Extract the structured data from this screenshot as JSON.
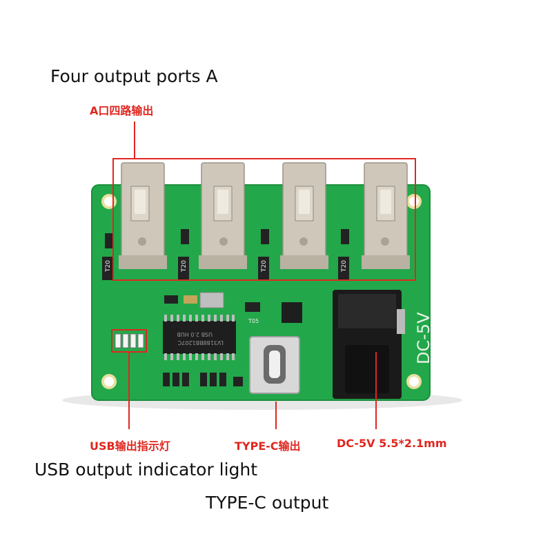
{
  "labels": {
    "four_ports_en": "Four output ports A",
    "four_ports_cn": "A口四路输出",
    "usb_indicator_cn": "USB输出指示灯",
    "usb_indicator_en": "USB output indicator light",
    "typec_cn": "TYPE-C输出",
    "typec_en": "TYPE-C output",
    "dc_cn": "DC-5V 5.5*2.1mm"
  },
  "board": {
    "silkscreen_dc": "DC-5V",
    "chip_text": "LV3188BB1207C",
    "chip_text2": "USB 2.0 HUB",
    "resistor_marks": [
      "T20",
      "T20",
      "T20",
      "T20"
    ],
    "t05": "T05"
  },
  "colors": {
    "pcb_green": "#22a84a",
    "annotation_red": "#e0261f",
    "usb_metal": "#c9c2b4",
    "dc_jack": "#1a1a1a"
  }
}
